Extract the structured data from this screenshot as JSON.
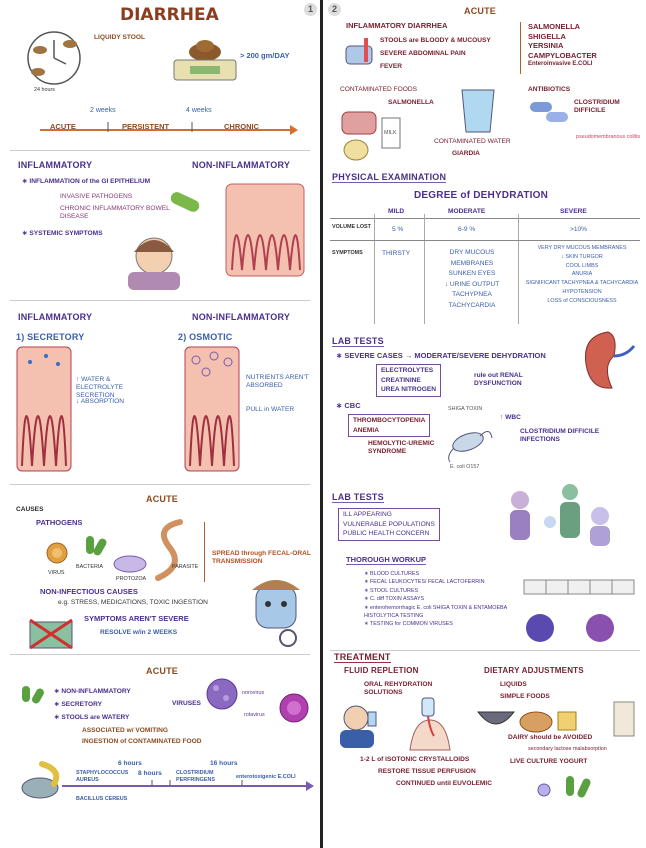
{
  "page_numbers": {
    "left": "1",
    "right": "2"
  },
  "left": {
    "title": "DIARRHEA",
    "liquidy_stool": "LIQUIDY STOOL",
    "hours_label": "24 hours",
    "weight_label": "> 200 gm/DAY",
    "timeline": {
      "mark1": "2 weeks",
      "mark2": "4 weeks",
      "acute": "ACUTE",
      "persistent": "PERSISTENT",
      "chronic": "CHRONIC"
    },
    "inflam_header": "INFLAMMATORY",
    "noninflam_header": "NON-INFLAMMATORY",
    "inflam_point1": "INFLAMMATION of the GI EPITHELIUM",
    "inflam_sub1": "INVASIVE PATHOGENS",
    "inflam_sub2": "CHRONIC INFLAMMATORY BOWEL DISEASE",
    "inflam_point2": "SYSTEMIC SYMPTOMS",
    "inflam_header2": "INFLAMMATORY",
    "noninflam_header2": "NON-INFLAMMATORY",
    "secretory_title": "1) SECRETORY",
    "osmotic_title": "2) OSMOTIC",
    "secretory_up": "↑ WATER & ELECTROLYTE SECRETION",
    "secretory_down": "↓ ABSORPTION",
    "osmotic_text": "NUTRIENTS AREN'T ABSORBED",
    "osmotic_pull": "PULL in WATER",
    "acute_title1": "ACUTE",
    "causes": "CAUSES",
    "pathogens": "PATHOGENS",
    "virus": "VIRUS",
    "bacteria": "BACTERIA",
    "protozoa": "PROTOZOA",
    "parasite": "PARASITE",
    "spread": "SPREAD through FECAL-ORAL TRANSMISSION",
    "noninfectious": "NON-INFECTIOUS CAUSES",
    "noninfectious_eg": "e.g. STRESS, MEDICATIONS, TOXIC INGESTION",
    "not_severe": "SYMPTOMS AREN'T SEVERE",
    "resolve": "RESOLVE w/in 2 WEEKS",
    "acute_title2": "ACUTE",
    "acute2_items": [
      "NON-INFLAMMATORY",
      "SECRETORY",
      "STOOLS are WATERY"
    ],
    "associated": "ASSOCIATED w/ VOMITING",
    "ingestion": "INGESTION of CONTAMINATED FOOD",
    "viruses": "VIRUSES",
    "norovirus": "norovirus",
    "rotavirus": "rotavirus",
    "hours": [
      "6 hours",
      "8 hours",
      "16 hours"
    ],
    "staph": "STAPHYLOCOCCUS AUREUS",
    "clostridium": "CLOSTRIDIUM PERFRINGENS",
    "etec": "enterotoxigenic E.COLI",
    "bacillus": "BACILLUS CEREUS"
  },
  "right": {
    "acute_title": "ACUTE",
    "inflam_diarrhea": "INFLAMMATORY DIARRHEA",
    "id_items": [
      "STOOLS are BLOODY & MUCOUSY",
      "SEVERE ABDOMINAL PAIN",
      "FEVER"
    ],
    "pathogens_list": [
      "SALMONELLA",
      "SHIGELLA",
      "YERSINIA",
      "CAMPYLOBACTER",
      "Enteroinvasive E.COLI"
    ],
    "contaminated_foods": "CONTAMINATED FOODS",
    "salmonella": "SALMONELLA",
    "contaminated_water": "CONTAMINATED WATER",
    "giardia": "GIARDIA",
    "antibiotics": "ANTIBIOTICS",
    "cdiff": "CLOSTRIDIUM DIFFICILE",
    "pseudo": "pseudomembranous colitis",
    "milk": "MILK",
    "phys_exam": "PHYSICAL EXAMINATION",
    "degree": "DEGREE of DEHYDRATION",
    "table": {
      "headers": [
        "",
        "MILD",
        "MODERATE",
        "SEVERE"
      ],
      "rows": [
        {
          "label": "VOLUME LOST",
          "mild": "5 %",
          "moderate": "6-9 %",
          "severe": ">10%"
        },
        {
          "label": "SYMPTOMS",
          "mild": "THIRSTY",
          "moderate": "DRY MUCOUS MEMBRANES\nSUNKEN EYES\n↓ URINE OUTPUT\nTACHYPNEA\nTACHYCARDIA",
          "severe": "VERY DRY MUCOUS MEMBRANES\n↓ SKIN TURGOR\nCOOL LIMBS\nANURIA\nSIGNIFICANT TACHYPNEA & TACHYCARDIA\nHYPOTENSION\nLOSS of CONSCIOUSNESS"
        }
      ]
    },
    "lab_tests1": "LAB TESTS",
    "severe_cases": "SEVERE CASES",
    "mod_severe": "MODERATE/SEVERE DEHYDRATION",
    "lab_items": [
      "ELECTROLYTES",
      "CREATININE",
      "UREA NITROGEN"
    ],
    "rule_out": "rule out RENAL DYSFUNCTION",
    "cbc": "CBC",
    "cbc_items": [
      "THROMBOCYTOPENIA",
      "ANEMIA"
    ],
    "hus": "HEMOLYTIC-UREMIC SYNDROME",
    "shiga": "SHIGA TOXIN",
    "ecoli": "E. coli O157",
    "wbc": "↑ WBC",
    "cdiff_inf": "CLOSTRIDIUM DIFFICILE INFECTIONS",
    "lab_tests2": "LAB TESTS",
    "lab2_items": [
      "ILL APPEARING",
      "VULNERABLE POPULATIONS",
      "PUBLIC HEALTH CONCERN"
    ],
    "workup": "THOROUGH WORKUP",
    "workup_items": [
      "BLOOD CULTURES",
      "FECAL LEUKOCYTES/ FECAL LACTOFERRIN",
      "STOOL CULTURES",
      "C. diff TOXIN ASSAYS",
      "enterohemorrhagic E. coli SHIGA TOXIN & ENTAMOEBA HISTOLYTICA TESTING",
      "TESTING for COMMON VIRUSES"
    ],
    "treatment": "TREATMENT",
    "fluid": "FLUID REPLETION",
    "ors": "ORAL REHYDRATION SOLUTIONS",
    "iv": "1-2 L of ISOTONIC CRYSTALLOIDS",
    "restore": "RESTORE TISSUE PERFUSION",
    "continued": "CONTINUED until EUVOLEMIC",
    "dietary": "DIETARY ADJUSTMENTS",
    "diet_items": [
      "LIQUIDS",
      "SIMPLE FOODS"
    ],
    "dairy": "DAIRY should be AVOIDED",
    "lactose": "secondary lactose malabsorption",
    "yogurt": "LIVE CULTURE YOGURT"
  }
}
